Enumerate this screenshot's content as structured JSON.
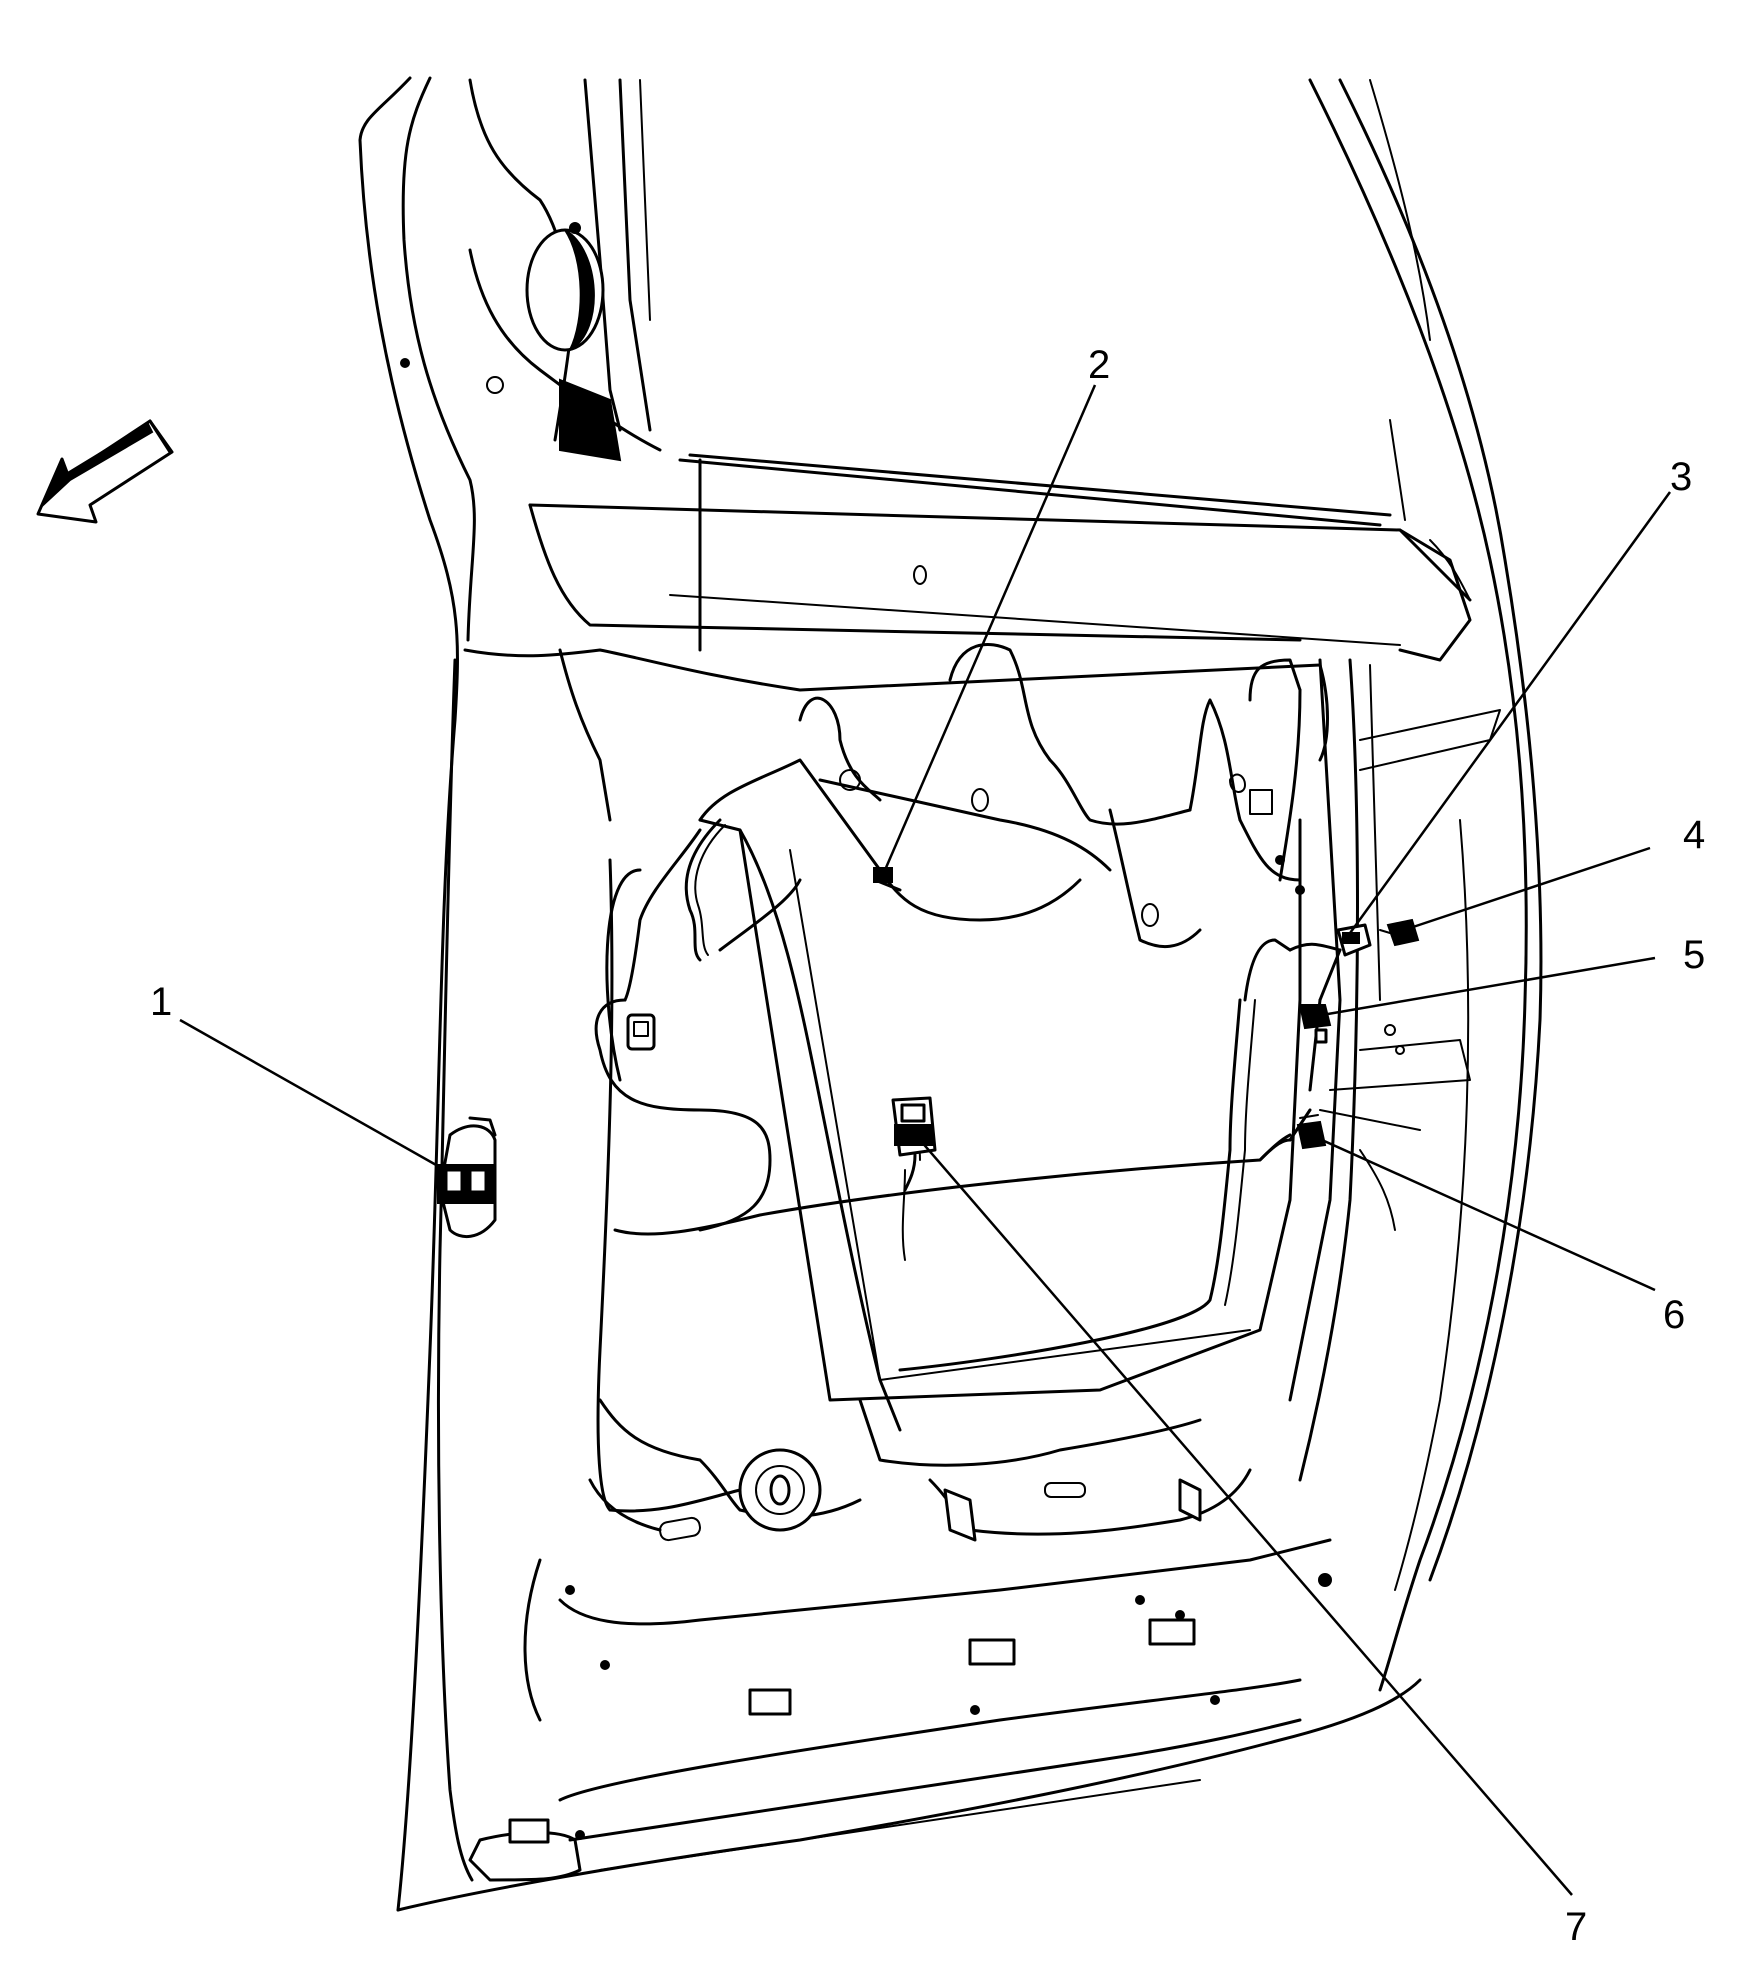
{
  "callouts": [
    {
      "id": "1",
      "label": "1"
    },
    {
      "id": "2",
      "label": "2"
    },
    {
      "id": "3",
      "label": "3"
    },
    {
      "id": "4",
      "label": "4"
    },
    {
      "id": "5",
      "label": "5"
    },
    {
      "id": "6",
      "label": "6"
    },
    {
      "id": "7",
      "label": "7"
    }
  ],
  "icons": {
    "direction_arrow": "forward-direction-arrow-icon"
  },
  "colors": {
    "line": "#000000",
    "background": "#ffffff"
  }
}
